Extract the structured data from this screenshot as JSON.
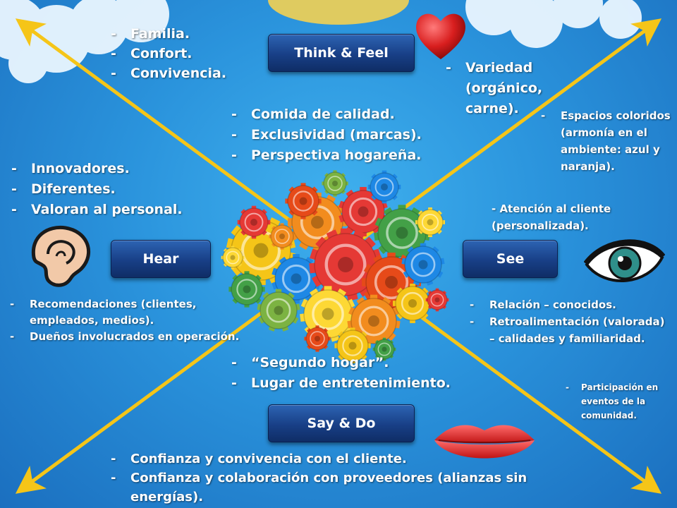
{
  "quadrants": {
    "think_feel": {
      "label": "Think & Feel"
    },
    "hear": {
      "label": "Hear"
    },
    "see": {
      "label": "See"
    },
    "say_do": {
      "label": "Say & Do"
    }
  },
  "texts": {
    "top_left_values": [
      "Familia.",
      "Confort.",
      "Convivencia."
    ],
    "top_center": [
      "Comida de calidad.",
      "Exclusividad (marcas).",
      "Perspectiva hogareña."
    ],
    "top_right": [
      "Variedad (orgánico, carne)."
    ],
    "right_spaces": [
      "Espacios coloridos (armonía en el ambiente: azul y naranja)."
    ],
    "right_attention": "- Atención al cliente (personalizada).",
    "left_people": [
      "Innovadores.",
      "Diferentes.",
      "Valoran al personal."
    ],
    "left_bottom": [
      "Recomendaciones (clientes, empleados, medios).",
      "Dueños involucrados en operación."
    ],
    "right_bottom": [
      "Relación – conocidos.",
      "Retroalimentación (valorada) – calidades y familiaridad."
    ],
    "right_community": [
      "Participación en eventos de la comunidad."
    ],
    "center_bottom": [
      "“Segundo hogar”.",
      "Lugar de entretenimiento."
    ],
    "bottom": [
      "Confianza y convivencia con el cliente.",
      "Confianza y colaboración con proveedores (alianzas sin energías)."
    ]
  },
  "colors": {
    "background": "#2a93dc",
    "arrow": "#f5c518",
    "button": "#183f86",
    "heart": "#d81e1e",
    "lips": "#e52a2a",
    "eye_iris": "#2f8f8a",
    "ear": "#f2c9a8"
  },
  "icons": [
    "heart-icon",
    "ear-icon",
    "eye-icon",
    "lips-icon",
    "gear-brain-icon"
  ]
}
